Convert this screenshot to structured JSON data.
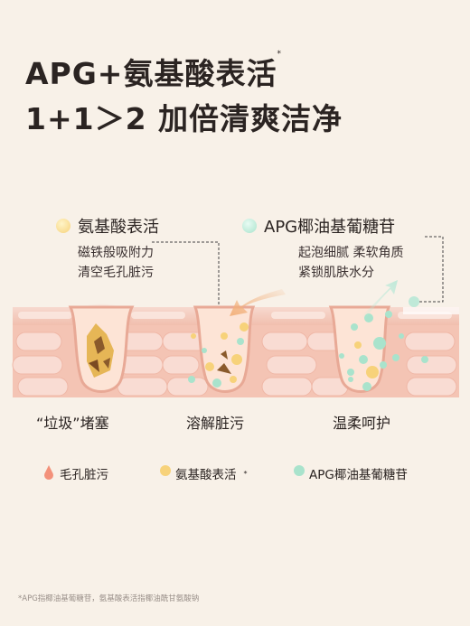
{
  "headline": {
    "line1": "APG+氨基酸表活",
    "line1_mark": "*",
    "line2": "1+1＞2 加倍清爽洁净"
  },
  "callouts": {
    "left": {
      "title": "氨基酸表活",
      "lines": [
        "磁铁般吸附力",
        "清空毛孔脏污"
      ]
    },
    "right": {
      "title": "APG椰油基葡糖苷",
      "lines": [
        "起泡细腻 柔软角质",
        "紧锁肌肤水分"
      ]
    }
  },
  "steps": [
    "“垃圾”堵塞",
    "溶解脏污",
    "温柔呵护"
  ],
  "legend": [
    {
      "icon": "dirt-drop-icon",
      "label": "毛孔脏污",
      "mark": ""
    },
    {
      "icon": "amino-bubble-icon",
      "label": "氨基酸表活",
      "mark": "*"
    },
    {
      "icon": "apg-bubble-icon",
      "label": "APG椰油基葡糖苷",
      "mark": ""
    }
  ],
  "footnote": "*APG指椰油基葡糖苷，氨基酸表活指椰油酰甘氨酸钠",
  "colors": {
    "background": "#f8f1e8",
    "skin": "#f4c9bd",
    "skin_dark": "#e8a996",
    "amino": "#f7d27a",
    "apg": "#a9e3cc",
    "dirt": "#8a5a2b",
    "arrow": "#f2b07a"
  }
}
